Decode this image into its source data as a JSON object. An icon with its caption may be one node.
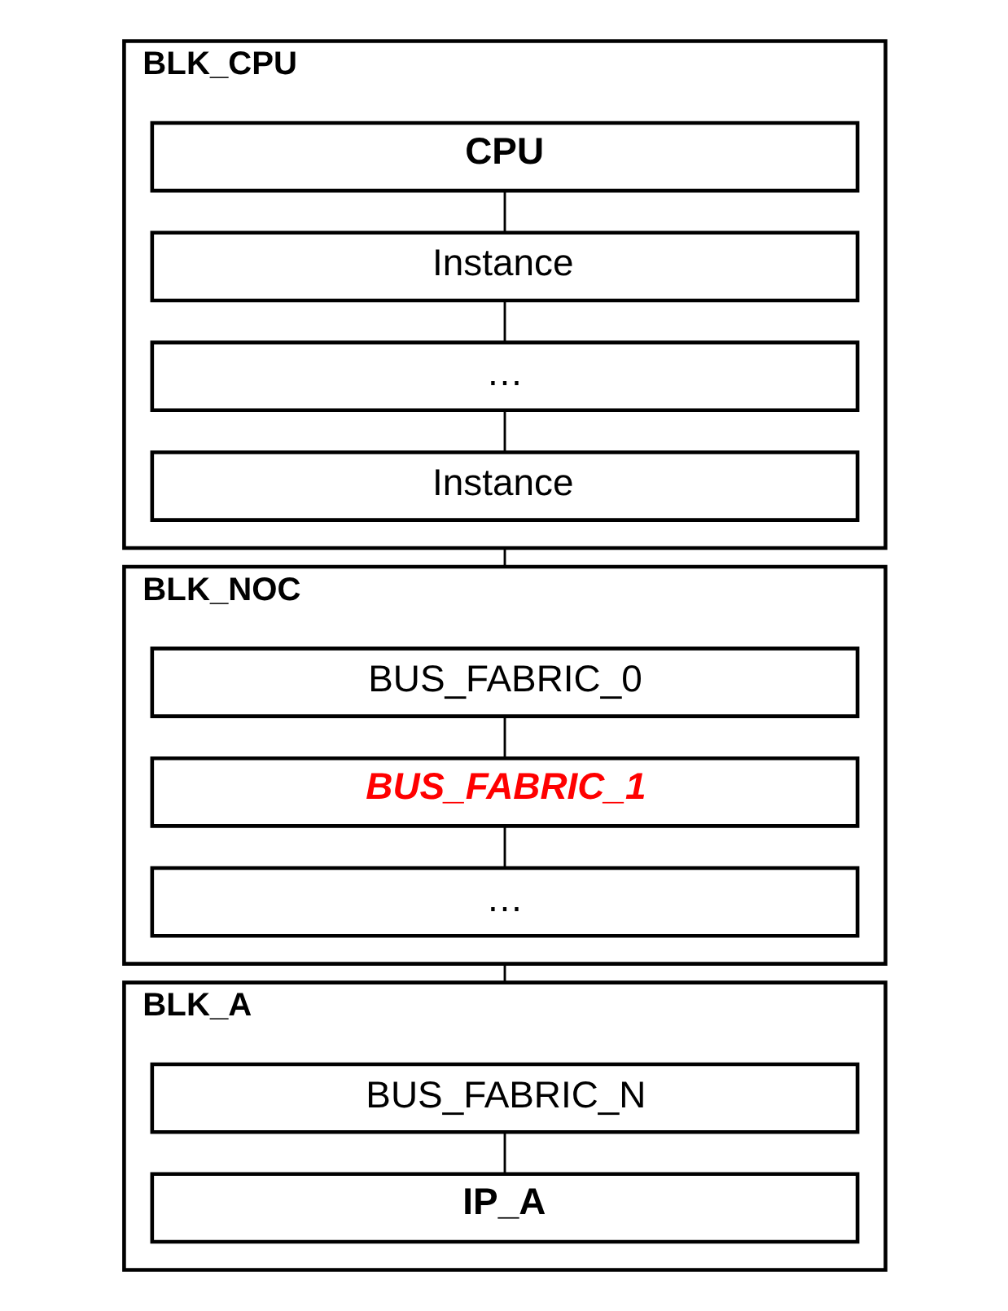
{
  "diagram": {
    "nodes": [
      {
        "text": [
          "BLK_CPU"
        ]
      },
      {
        "text": [
          "CPU"
        ],
        "in": 0
      },
      {
        "text": [
          "Instance"
        ],
        "in": 0
      },
      {
        "text": [
          "…"
        ],
        "in": 0
      },
      {
        "text": [
          "Instance"
        ],
        "in": 0
      },
      {
        "text": [
          "BLK_NOC"
        ]
      },
      {
        "text": [
          "BUS_FABRIC_0"
        ],
        "in": 5
      },
      {
        "text": [
          "BUS_FABRIC_1"
        ],
        "in": 5
      },
      {
        "text": [
          "…"
        ],
        "in": 5
      },
      {
        "text": [
          "BLK_A"
        ]
      },
      {
        "text": [
          "BUS_FABRIC_N"
        ],
        "in": 9
      },
      {
        "text": [
          "IP_A"
        ],
        "in": 9
      }
    ],
    "edges": [
      {
        "from": 1,
        "to": 2,
        "arrow": "none"
      },
      {
        "from": 2,
        "to": 3,
        "arrow": "none"
      },
      {
        "from": 3,
        "to": 4,
        "arrow": "none"
      },
      {
        "from": 0,
        "to": 5,
        "arrow": "none"
      },
      {
        "from": 6,
        "to": 7,
        "arrow": "none"
      },
      {
        "from": 7,
        "to": 8,
        "arrow": "none"
      },
      {
        "from": 5,
        "to": 9,
        "arrow": "none"
      },
      {
        "from": 10,
        "to": 11,
        "arrow": "none"
      }
    ]
  }
}
